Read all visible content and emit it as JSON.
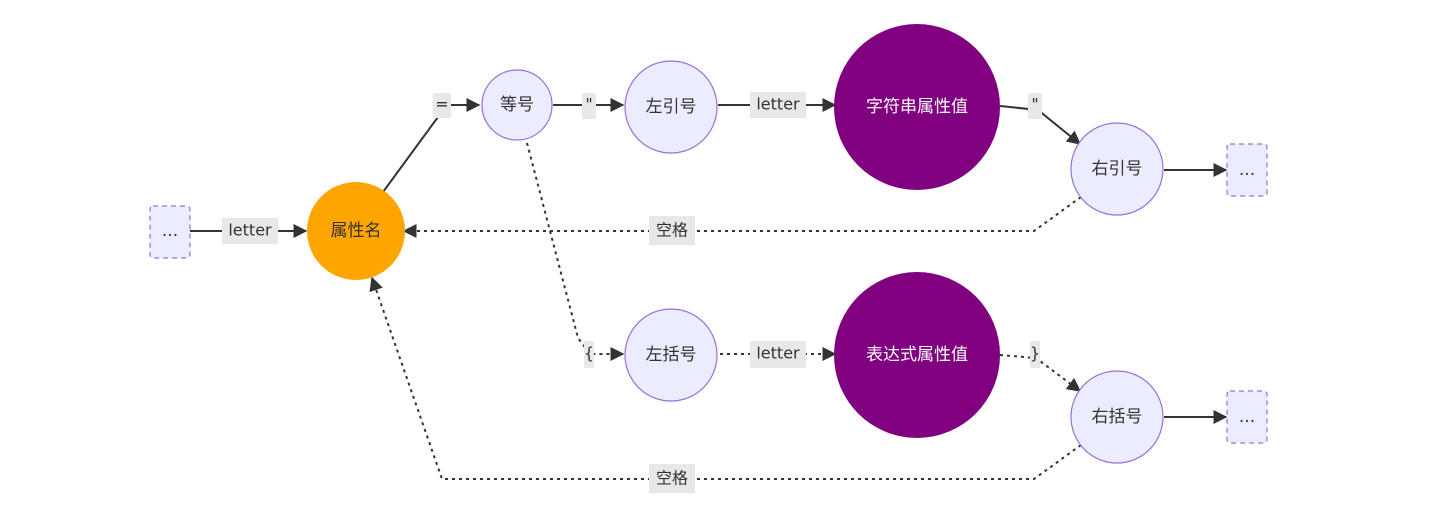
{
  "nodes": {
    "start_ellipsis": "...",
    "attr_name": "属性名",
    "equals_sign": "等号",
    "left_quote": "左引号",
    "string_attr_value": "字符串属性值",
    "right_quote": "右引号",
    "end_ellipsis_top": "...",
    "left_brace": "左括号",
    "expr_attr_value": "表达式属性值",
    "right_brace": "右括号",
    "end_ellipsis_bottom": "..."
  },
  "edges": {
    "start_to_attr": "letter",
    "attr_to_equals": "=",
    "equals_to_left_quote": "\"",
    "left_quote_to_string": "letter",
    "string_to_right_quote": "\"",
    "right_quote_to_attr": "空格",
    "equals_to_left_brace": "{",
    "left_brace_to_expr": "letter",
    "expr_to_right_brace": "}",
    "right_brace_to_attr": "空格"
  },
  "colors": {
    "attr_name_fill": "#ffa500",
    "value_fill": "#800080",
    "default_fill": "#ececff",
    "default_stroke": "#9370db"
  }
}
